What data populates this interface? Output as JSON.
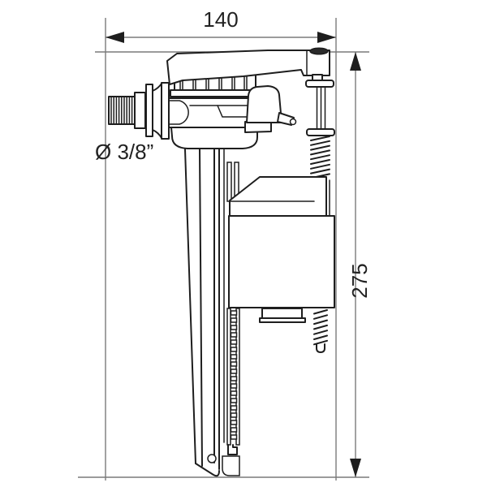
{
  "labels": {
    "width_dimension": "140",
    "height_dimension": "275",
    "thread_size": "Ø 3/8”"
  },
  "colors": {
    "background": "#ffffff",
    "drawing_line": "#1e1e1e",
    "dimension_line": "#7a7a7a",
    "text": "#222222"
  }
}
